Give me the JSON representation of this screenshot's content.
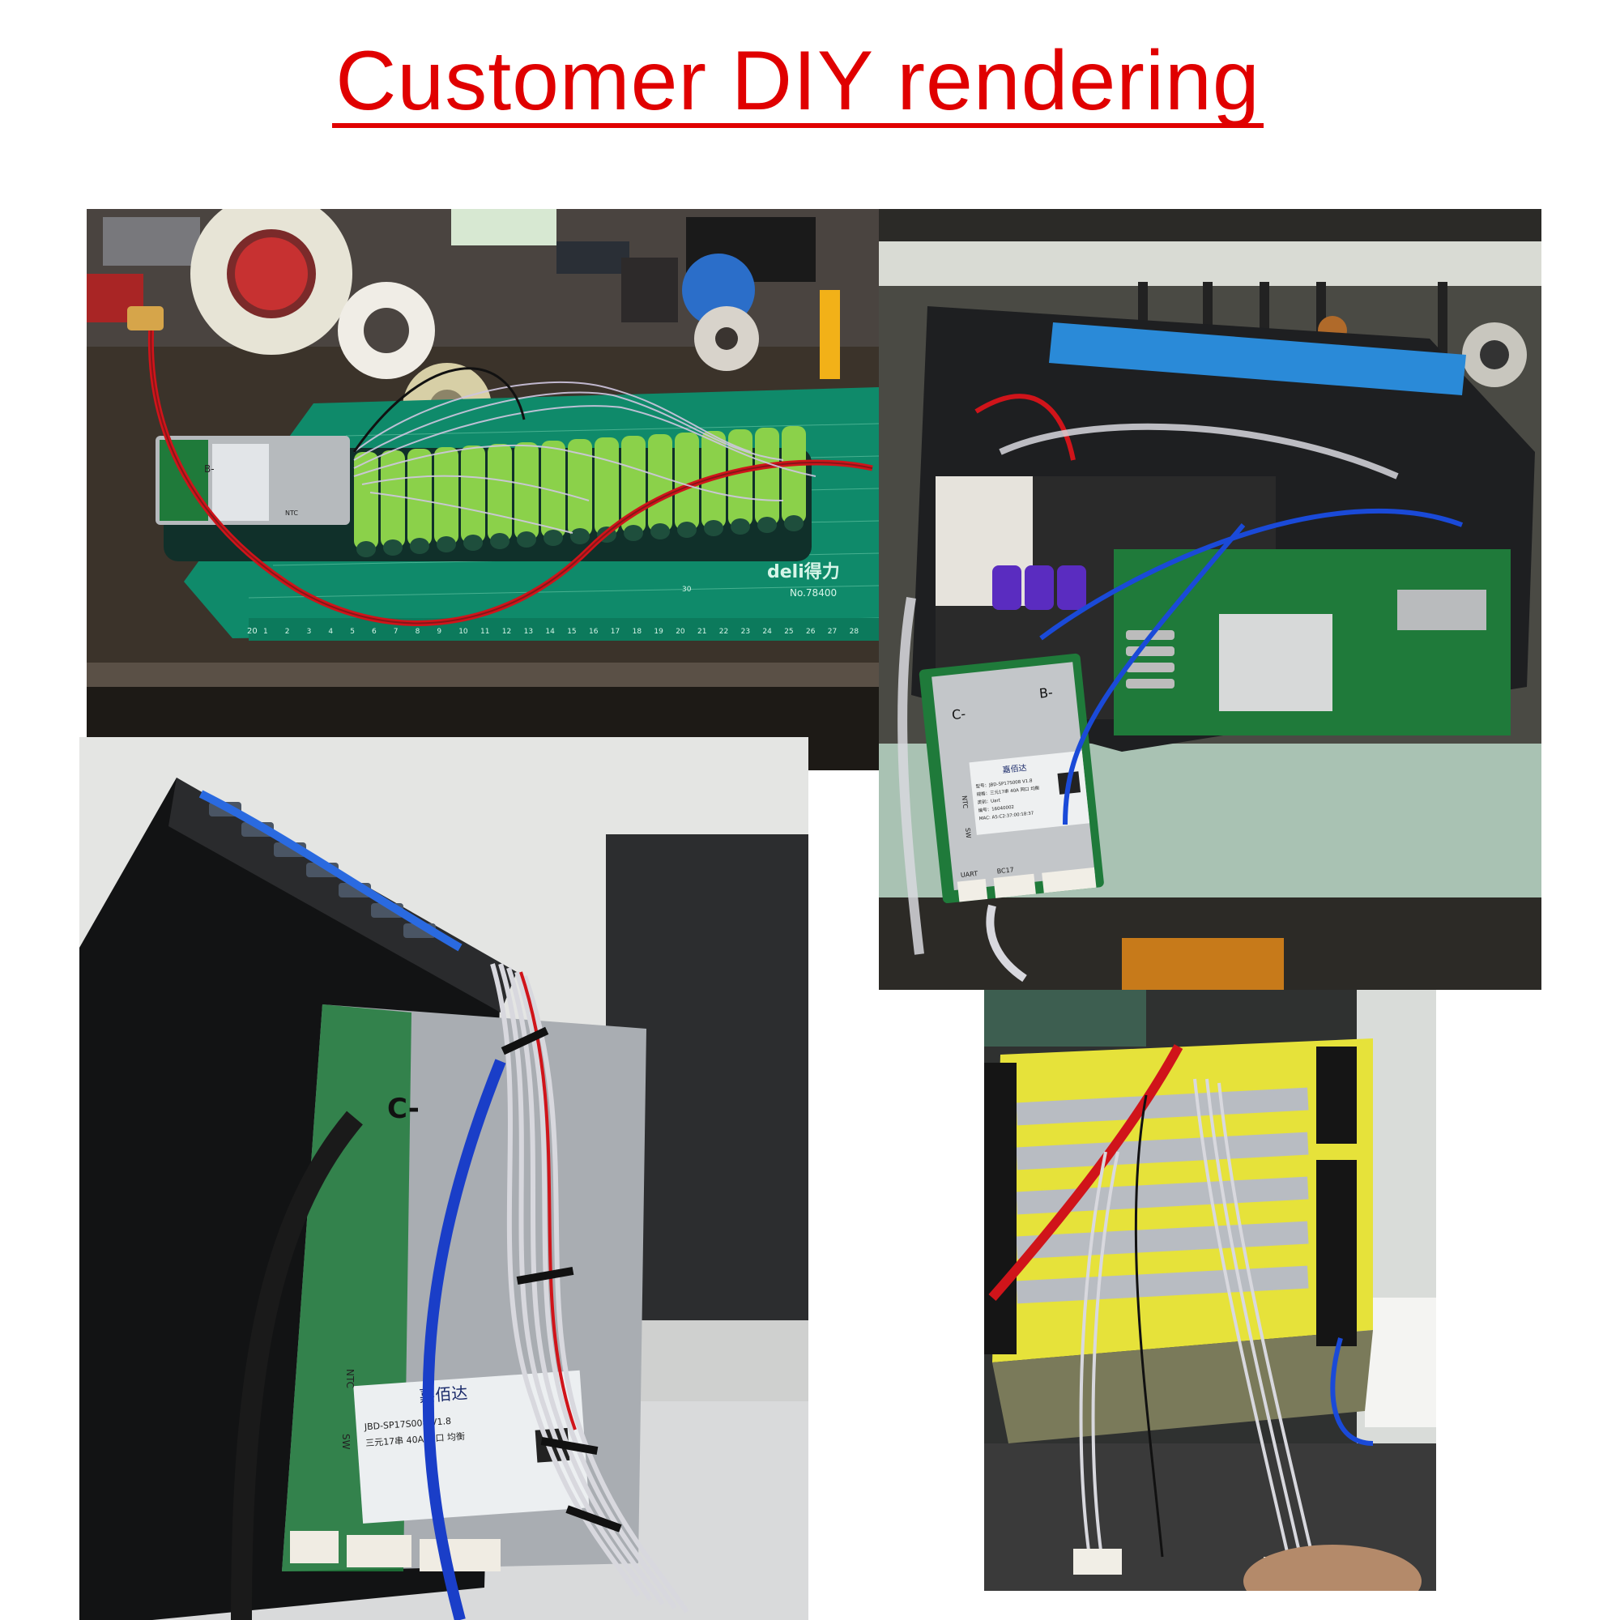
{
  "header": {
    "title": "Customer DIY rendering"
  },
  "colors": {
    "title_red": "#e00000",
    "cutting_mat": "#0f8a6a",
    "cell_green": "#8bd14a",
    "bms_board": "#1f7a3a",
    "wire_red": "#d0141a",
    "wire_blue": "#1a4ad8",
    "wire_white": "#d8d8de",
    "kapton_yellow": "#e6e23a"
  },
  "photos": {
    "top_left": {
      "mat_brand": "deli得力",
      "mat_model": "No.78400",
      "board_label_b": "B-",
      "board_label_ntc": "NTC",
      "ruler_numbers": [
        "1",
        "2",
        "3",
        "4",
        "5",
        "6",
        "7",
        "8",
        "9",
        "10",
        "11",
        "12",
        "13",
        "14",
        "15",
        "16",
        "17",
        "18",
        "19",
        "20",
        "21",
        "22",
        "23",
        "24",
        "25",
        "26",
        "27",
        "28"
      ],
      "ruler_start": "20",
      "mat_mark_30": "30"
    },
    "top_right": {
      "label_c": "C-",
      "label_b": "B-",
      "sticker_brand": "嘉佰达",
      "sticker_model": "型号：JBD-SP17S008 V1.8",
      "sticker_spec": "规格：三元17串 40A 同口 均衡",
      "sticker_line3": "类别：Uart",
      "sticker_line4": "编号：16040002",
      "sticker_mac": "MAC: A5:C2:37:00:18:37",
      "port_ntc": "NTC",
      "port_sw": "SW",
      "port_uart": "UART",
      "port_bc17": "BC17"
    },
    "bottom_left": {
      "label_c": "C-",
      "port_ntc": "NTC",
      "port_sw": "SW",
      "sticker_brand": "嘉佰达",
      "sticker_model": "JBD-SP17S008 V1.8",
      "sticker_spec": "三元17串 40A 同口 均衡"
    },
    "bottom_right": {}
  }
}
